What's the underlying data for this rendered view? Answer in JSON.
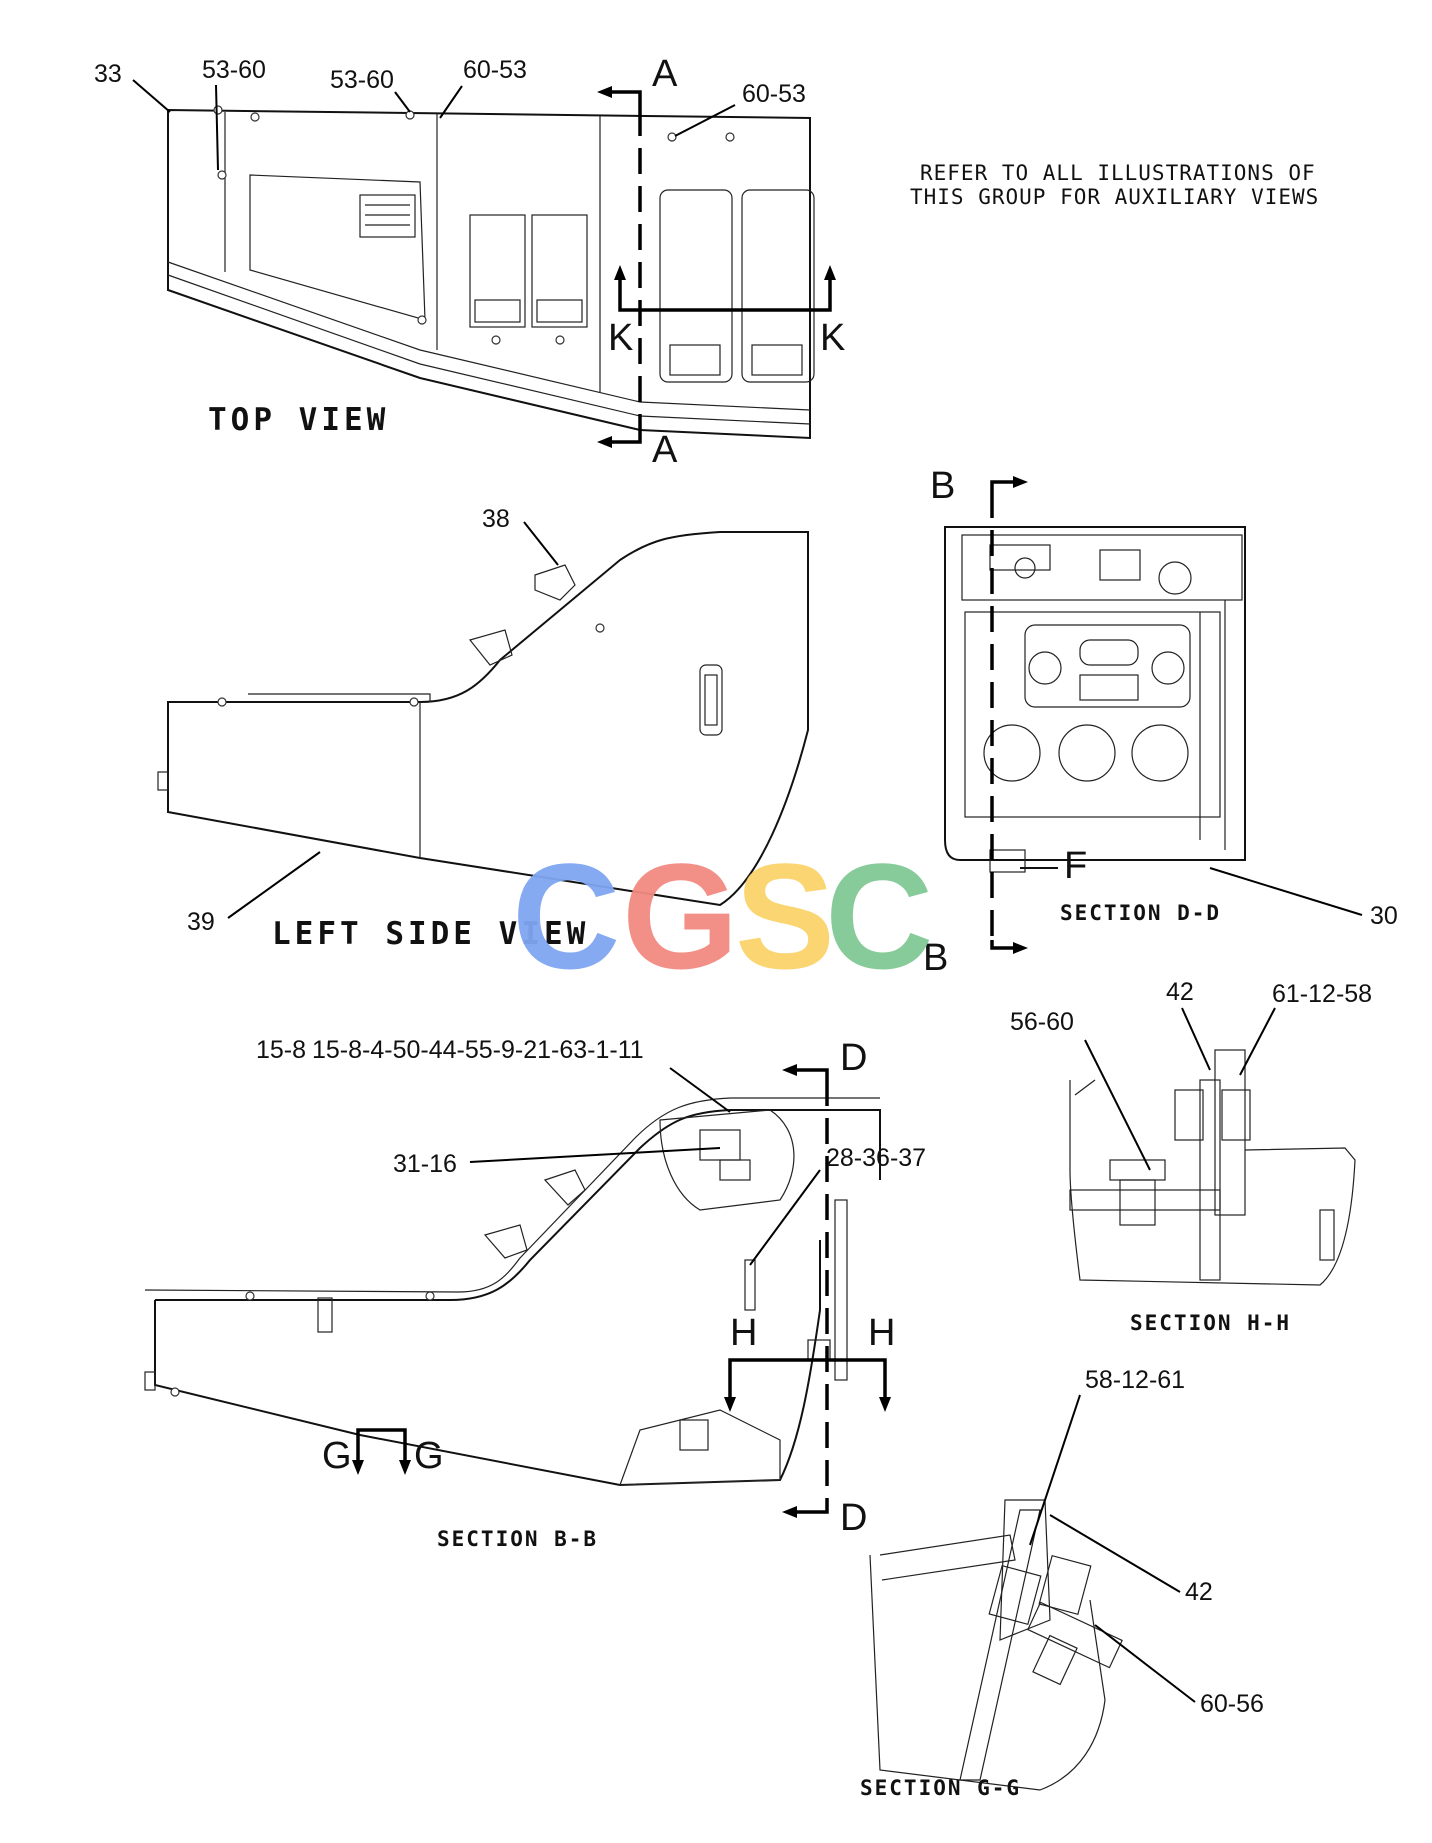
{
  "views": {
    "top_view": "TOP VIEW",
    "left_side_view": "LEFT SIDE VIEW",
    "section_dd": "SECTION D-D",
    "section_hh": "SECTION H-H",
    "section_bb": "SECTION B-B",
    "section_gg": "SECTION G-G"
  },
  "note": {
    "line1": "REFER TO ALL ILLUSTRATIONS OF",
    "line2": "THIS GROUP FOR AUXILIARY VIEWS"
  },
  "callouts": {
    "c33": "33",
    "c53_60_a": "53-60",
    "c53_60_b": "53-60",
    "c60_53_a": "60-53",
    "c60_53_b": "60-53",
    "c38": "38",
    "c39": "39",
    "c30": "30",
    "c42_a": "42",
    "c61_12_58": "61-12-58",
    "c56_60": "56-60",
    "c15_8_clip": "15-8",
    "c15_8_long": "15-8-4-50-44-55-9-21-63-1-11",
    "c31_16": "31-16",
    "c28_36_37": "28-36-37",
    "c58_12_61": "58-12-61",
    "c42_b": "42",
    "c60_56": "60-56"
  },
  "section_marks": {
    "a_top": "A",
    "a_bottom": "A",
    "k_left": "K",
    "k_right": "K",
    "b_top": "B",
    "b_bottom": "B",
    "f": "F",
    "d_top": "D",
    "d_bottom": "D",
    "h_left": "H",
    "h_right": "H",
    "g_left": "G",
    "g_right": "G"
  },
  "watermark": {
    "letters": [
      "C",
      "G",
      "S",
      "C"
    ],
    "colors": [
      "#7fa6f2",
      "#f28b82",
      "#fbd36b",
      "#81c995"
    ]
  }
}
